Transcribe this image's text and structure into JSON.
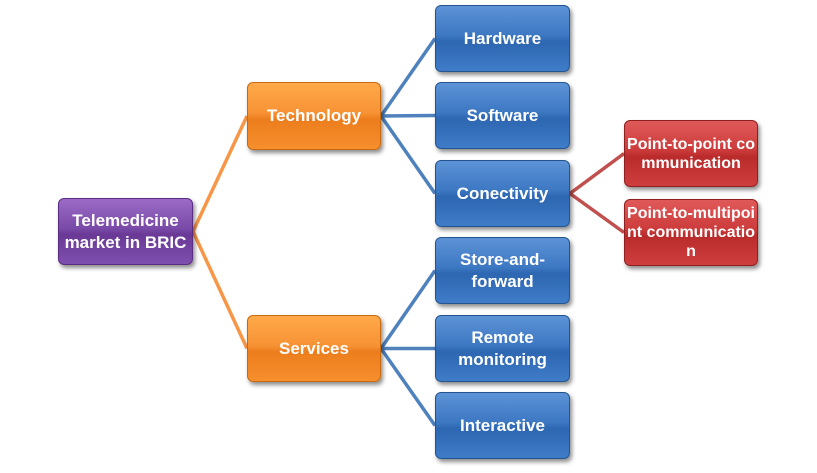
{
  "diagram": {
    "root": {
      "label": "Telemedicine market in BRIC",
      "color": "#7a4aa8"
    },
    "branches": [
      {
        "label": "Technology",
        "color": "#f79335",
        "children": [
          {
            "label": "Hardware",
            "color": "#3d78c3"
          },
          {
            "label": "Software",
            "color": "#3d78c3"
          },
          {
            "label": "Conectivity",
            "color": "#3d78c3",
            "children": [
              {
                "label": "Point-to-point communication",
                "color": "#cc3b3b"
              },
              {
                "label": "Point-to-multipoint communication",
                "color": "#cc3b3b"
              }
            ]
          }
        ]
      },
      {
        "label": "Services",
        "color": "#f79335",
        "children": [
          {
            "label": "Store-and-forward",
            "color": "#3d78c3"
          },
          {
            "label": "Remote monitoring",
            "color": "#3d78c3"
          },
          {
            "label": "Interactive",
            "color": "#3d78c3"
          }
        ]
      }
    ],
    "connector_colors": {
      "root": "#f79646",
      "level2": "#4f81bd",
      "level3": "#c0504d"
    }
  }
}
